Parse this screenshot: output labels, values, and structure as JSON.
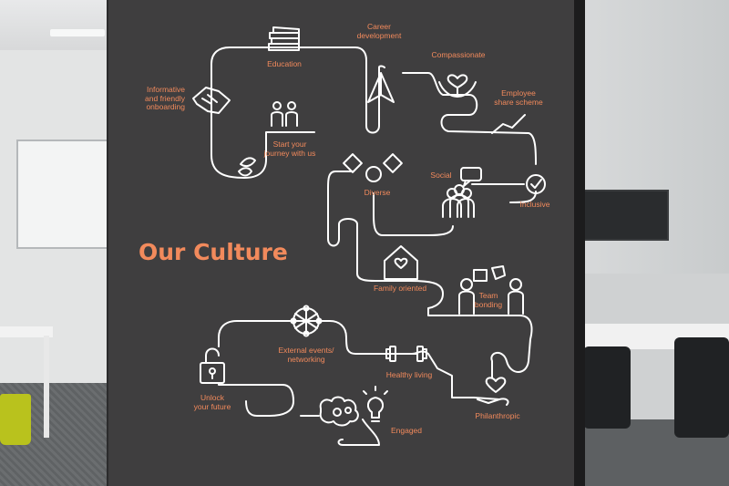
{
  "poster": {
    "title": "Our Culture",
    "labels": {
      "education": "Education",
      "career_development": "Career\ndevelopment",
      "compassionate": "Compassionate",
      "employee_share_scheme": "Employee\nshare scheme",
      "informative_onboarding": "Informative\nand friendly\nonboarding",
      "start_journey": "Start your\njourney with us",
      "social": "Social",
      "diverse": "Diverse",
      "inclusive": "Inclusive",
      "family_oriented": "Family oriented",
      "team_bonding": "Team\nbonding",
      "external_events": "External events/\nnetworking",
      "healthy_living": "Healthy living",
      "unlock_future": "Unlock\nyour future",
      "engaged": "Engaged",
      "philanthropic": "Philanthropic"
    },
    "accent_color": "#f28a5c",
    "background_color": "#3f3e3f",
    "line_color": "#ffffff"
  }
}
